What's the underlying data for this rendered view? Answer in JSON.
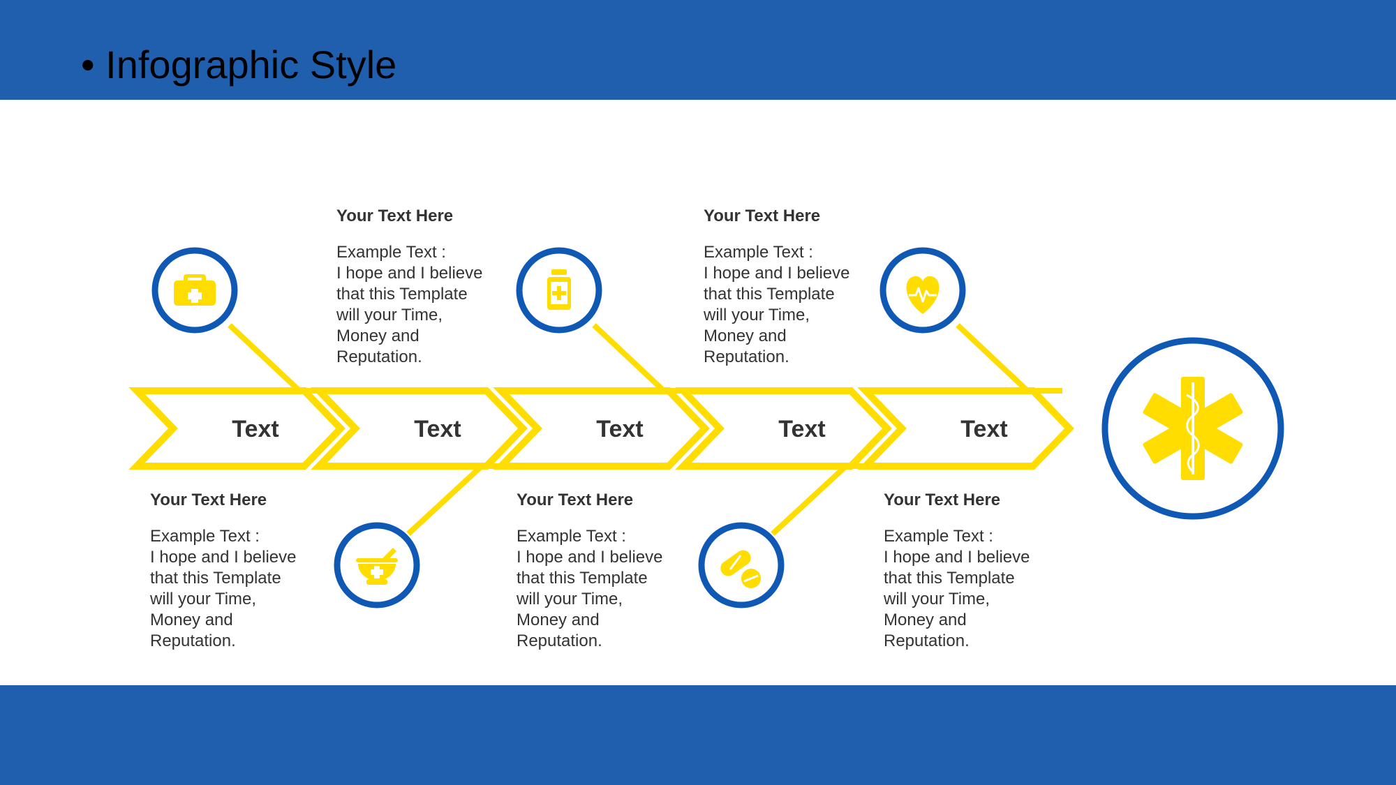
{
  "title": "• Infographic Style",
  "colors": {
    "band": "#1f5fae",
    "ring": "#0f59b4",
    "accent": "#ffdd00",
    "text": "#333333"
  },
  "steps": [
    {
      "label": "Text",
      "icon": "first-aid-kit-icon",
      "heading": "Your Text  Here",
      "lines": [
        "Example Text :",
        "I hope and I believe",
        "that this Template",
        "will your Time,",
        "Money and",
        "Reputation."
      ]
    },
    {
      "label": "Text",
      "icon": "mortar-pestle-icon",
      "heading": "Your Text  Here",
      "lines": [
        "Example Text :",
        "I hope and I believe",
        "that this Template",
        "will your Time,",
        "Money and",
        "Reputation."
      ]
    },
    {
      "label": "Text",
      "icon": "medicine-bottle-icon",
      "heading": "Your Text  Here",
      "lines": [
        "Example Text :",
        "I hope and I believe",
        "that this Template",
        "will your Time,",
        "Money and",
        "Reputation."
      ]
    },
    {
      "label": "Text",
      "icon": "pills-icon",
      "heading": "Your Text  Here",
      "lines": [
        "Example Text :",
        "I hope and I believe",
        "that this Template",
        "will your Time,",
        "Money and",
        "Reputation."
      ]
    },
    {
      "label": "Text",
      "icon": "heart-pulse-icon",
      "heading": "Your Text  Here",
      "lines": [
        "Example Text :",
        "I hope and I believe",
        "that this Template",
        "will your Time,",
        "Money and",
        "Reputation."
      ]
    }
  ],
  "end_icon": "star-of-life-icon"
}
